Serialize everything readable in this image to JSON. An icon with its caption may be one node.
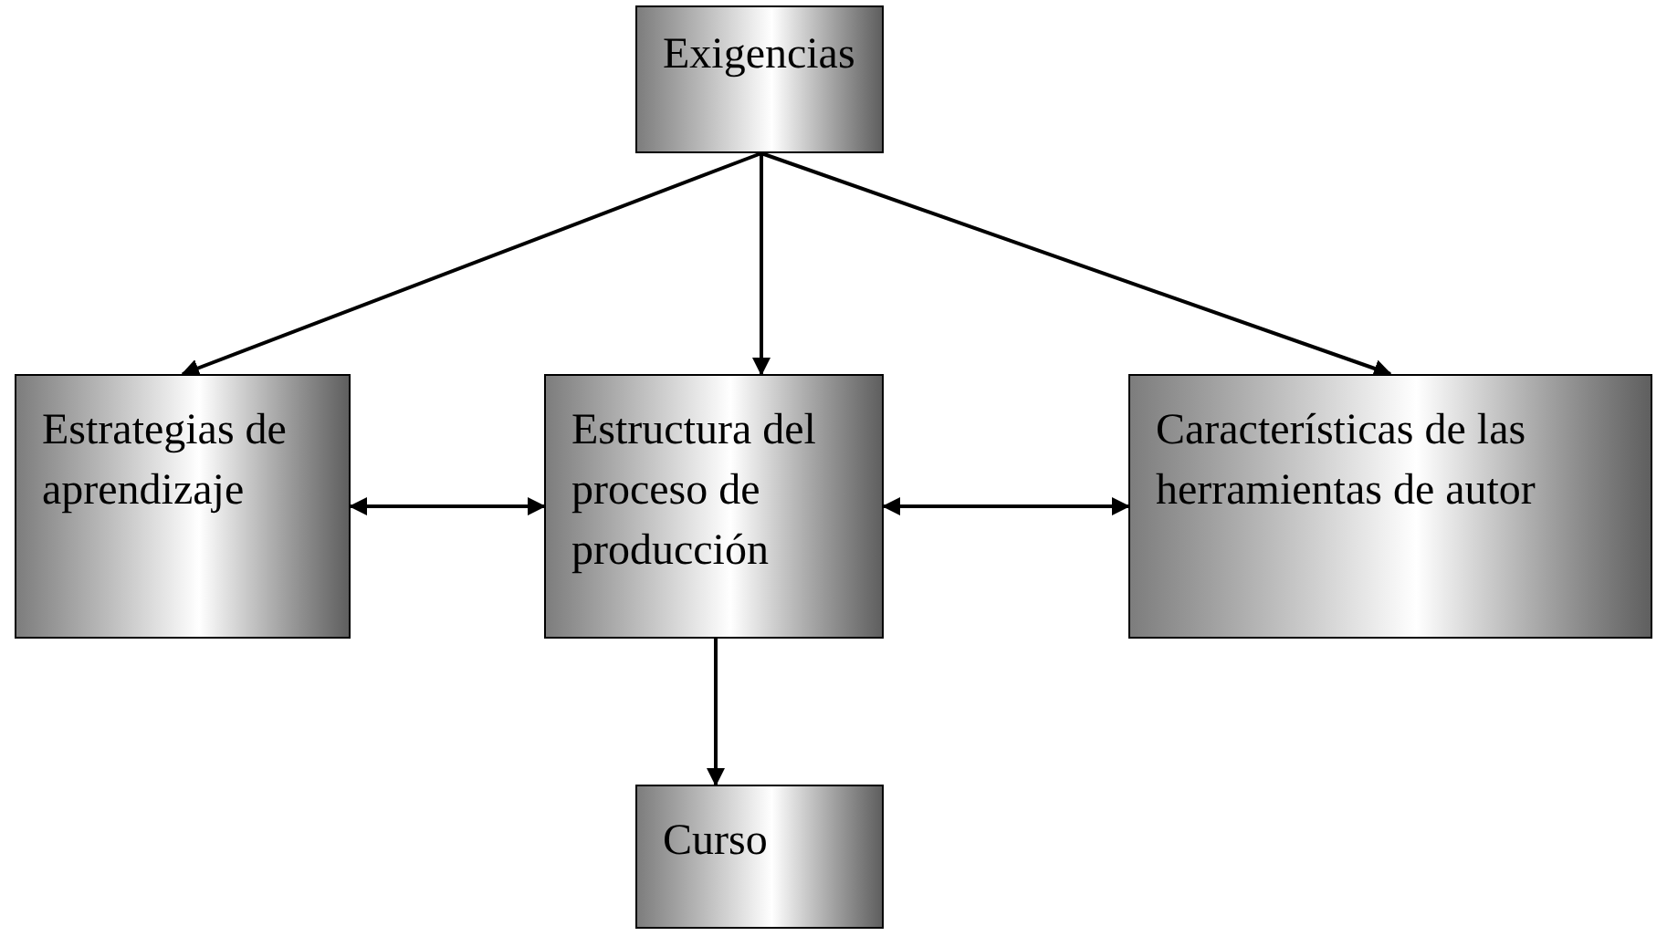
{
  "diagram": {
    "nodes": [
      {
        "text": [
          "Exigencias"
        ]
      },
      {
        "text": [
          "Estrategias de aprendizaje"
        ]
      },
      {
        "text": [
          "Estructura del proceso de producción"
        ]
      },
      {
        "text": [
          "Características de las herramientas de autor"
        ]
      },
      {
        "text": [
          "Curso"
        ]
      }
    ],
    "edges": [
      {
        "from": 0,
        "to": 1,
        "arrow": "to"
      },
      {
        "from": 0,
        "to": 2,
        "arrow": "to"
      },
      {
        "from": 0,
        "to": 3,
        "arrow": "to"
      },
      {
        "from": 1,
        "to": 2,
        "arrow": "both"
      },
      {
        "from": 2,
        "to": 3,
        "arrow": "both"
      },
      {
        "from": 2,
        "to": 4,
        "arrow": "to"
      }
    ]
  }
}
